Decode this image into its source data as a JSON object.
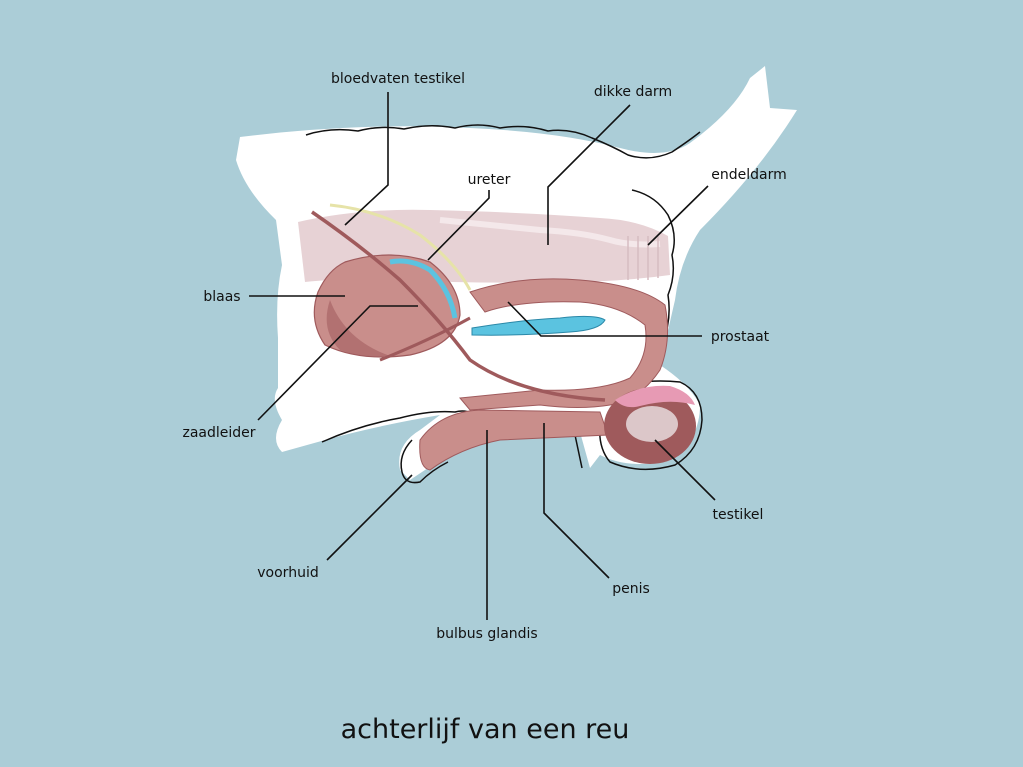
{
  "title": "achterlijf van een reu",
  "labels": {
    "bloedvaten_testikel": "bloedvaten testikel",
    "dikke_darm": "dikke darm",
    "ureter": "ureter",
    "endeldarm": "endeldarm",
    "blaas": "blaas",
    "prostaat": "prostaat",
    "zaadleider": "zaadleider",
    "testikel": "testikel",
    "voorhuid": "voorhuid",
    "penis": "penis",
    "bulbus_glandis": "bulbus glandis"
  },
  "colors": {
    "background": "#abcdd7",
    "body": "#ffffff",
    "organ": "#c98e8b",
    "organ_dark": "#9f5a5c",
    "intestine": "#e7d2d5",
    "ureter": "#5bc3e0",
    "vessel": "#e6e3a8",
    "testis_cap": "#e79ab4"
  }
}
